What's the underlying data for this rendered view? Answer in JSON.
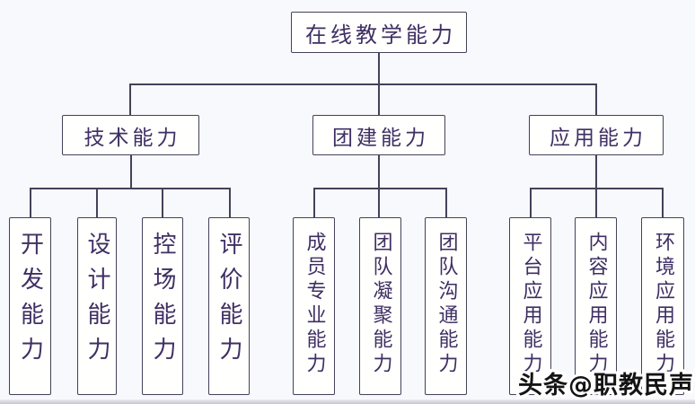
{
  "diagram": {
    "root": {
      "label": "在线教学能力"
    },
    "branches": [
      {
        "label": "技术能力",
        "children": [
          {
            "label": "开发能力"
          },
          {
            "label": "设计能力"
          },
          {
            "label": "控场能力"
          },
          {
            "label": "评价能力"
          }
        ]
      },
      {
        "label": "团建能力",
        "children": [
          {
            "label": "成员专业能力"
          },
          {
            "label": "团队凝聚能力"
          },
          {
            "label": "团队沟通能力"
          }
        ]
      },
      {
        "label": "应用能力",
        "children": [
          {
            "label": "平台应用能力"
          },
          {
            "label": "内容应用能力"
          },
          {
            "label": "环境应用能力"
          }
        ]
      }
    ]
  },
  "watermark": {
    "text": "头条@职教民声"
  },
  "colors": {
    "line": "#45415a",
    "text": "#3f2f63",
    "background": "#f8f9fc",
    "box_bg": "#fffffe"
  }
}
